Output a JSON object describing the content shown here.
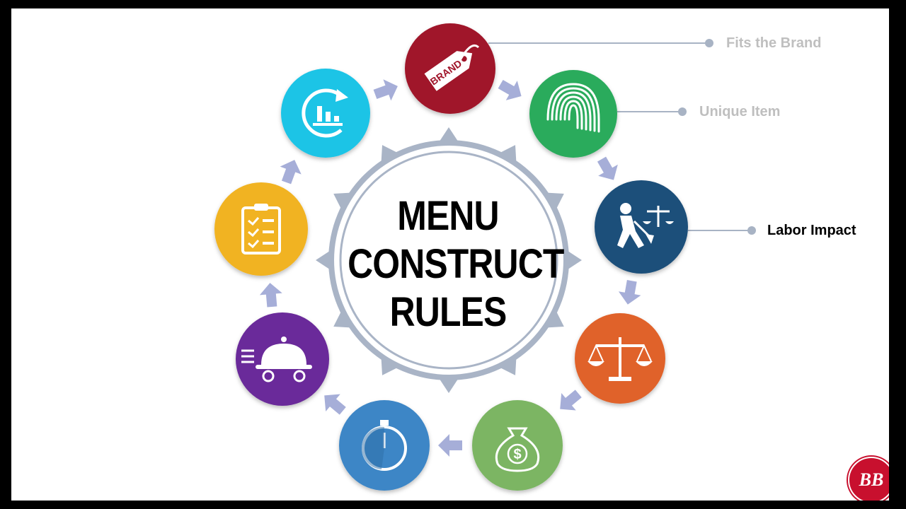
{
  "title_lines": [
    "MENU",
    "CONSTRUCT",
    "RULES"
  ],
  "callouts": [
    {
      "label": "Fits the Brand",
      "state": "faded"
    },
    {
      "label": "Unique Item",
      "state": "faded"
    },
    {
      "label": "Labor Impact",
      "state": "active"
    }
  ],
  "tag_text": "BRAND",
  "logo_monogram": "BB",
  "nodes": [
    {
      "name": "brand-tag-icon",
      "color": "#a0152a"
    },
    {
      "name": "fingerprint-icon",
      "color": "#2bab5c"
    },
    {
      "name": "labor-worker-scale-icon",
      "color": "#1d4f7a"
    },
    {
      "name": "balance-scale-icon",
      "color": "#e0622a"
    },
    {
      "name": "money-bag-icon",
      "color": "#7bb564"
    },
    {
      "name": "stopwatch-icon",
      "color": "#3d86c6"
    },
    {
      "name": "food-delivery-cart-icon",
      "color": "#6a2a9a"
    },
    {
      "name": "checklist-clipboard-icon",
      "color": "#f1b323"
    },
    {
      "name": "analytics-chart-icon",
      "color": "#1ec4e6"
    }
  ],
  "colors": {
    "arrow": "#a6aed8",
    "gear": "#a9b4c6",
    "callout_line": "#a8b3c4"
  }
}
